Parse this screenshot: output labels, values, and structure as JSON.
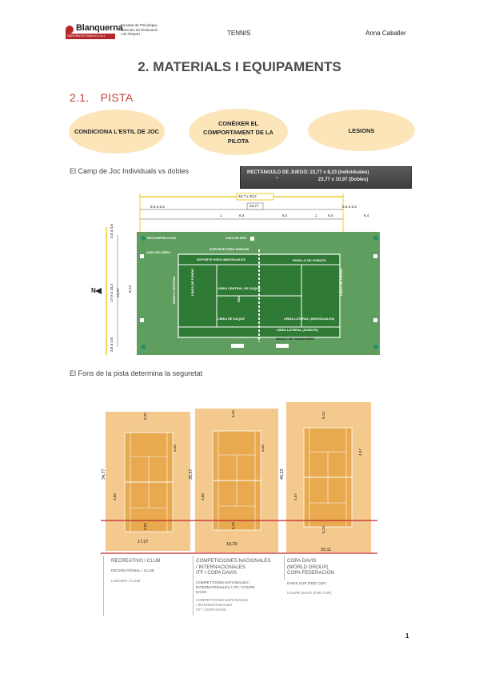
{
  "header": {
    "logo_word": "Blanquerna",
    "logo_bar": "UNIVERSITAT RAMON LLULL",
    "faculty": [
      "Facultat de Psicologia,",
      "Ciències de l'Educació",
      "i de l'Esport"
    ],
    "center": "TENNIS",
    "right": "Anna Caballer"
  },
  "title": "2. MATERIALS I EQUIPAMENTS",
  "section": {
    "number": "2.1.",
    "label": "PISTA"
  },
  "bubbles": [
    "CONDICIONA L'ESTIL DE JOC",
    "CONÈIXER EL COMPORTAMENT DE LA PILOTA",
    "LESIONS"
  ],
  "subtitle1": "El Camp de Joc Individuals vs dobles",
  "rectangle": {
    "line1": "RECTÁNGULO DE JUEGO: 23,77 x 8,23 (individuales)",
    "mark": "\"",
    "line2": "23,77 x 10,97 (Dobles)"
  },
  "court_dims": {
    "total": "34,7 x 40,2",
    "length": "23,77",
    "side_left": "5,5 a 6,2",
    "side_right": "5,5 a 6,2",
    "service": [
      "6,4",
      "6,4",
      "6,4",
      "6,4"
    ],
    "small": [
      "1",
      "1"
    ],
    "left_vertical": [
      "3,6 a 4,6",
      "17,9 a 18,3",
      "10,97",
      "8,23",
      "3,6 a 4,6"
    ],
    "north": "N"
  },
  "court_labels": {
    "recogepelotas": "RECOGEPELOTAS",
    "juez_red": "JUEZ DE RED",
    "juez_linea": "JUEZ DE LÍNEA",
    "soporte_dobles": "SOPORTE PARA DOBLES",
    "soporte_individuales": "SOPORTE PARA INDIVIDUALES",
    "pasillo_dobles": "PASILLO DE DOBLES",
    "linea_central": "LÍNEA CENTRAL DE SAQUE",
    "linea_saque": "LÍNEA DE SAQUE",
    "linea_lateral_ind": "LÍNEA LATERAL (INDIVIDUALES)",
    "linea_lateral_dob": "LÍNEA LATERAL (DOBLES)",
    "linea_fondo": "LÍNEA DE FONDO",
    "marca_central": "MARCA CENTRAL",
    "red": "RED",
    "banco": "BANCO DE JUGADORES"
  },
  "subtitle2": "El Fons de la pista determina la seguretat",
  "courts": [
    {
      "length": "34,77",
      "width": "17,07",
      "top": "5,50",
      "side": "3,05",
      "left": "3,65",
      "bottom": "5,50",
      "caption": [
        "RECREATIVO / CLUB"
      ],
      "caption_b": [
        "RECREATIONAL / CLUB"
      ],
      "caption_c": [
        "LOISURS / CLUB"
      ]
    },
    {
      "length": "36,57",
      "width": "18,29",
      "top": "6,40",
      "side": "3,65",
      "left": "3,65",
      "bottom": "6,40",
      "caption": [
        "COMPETICIONES NACIONALES",
        "/ INTERNACIONALES",
        "ITF / COPA DAVIS"
      ],
      "caption_b": [
        "COMPETITIONS NATIONALES /",
        "INTERNATIONALES / ITF / COUPE",
        "DAVIS"
      ],
      "caption_c": [
        "COMPETITIONS NATIONALES",
        "/ INTERNATIONALES",
        "ITF / COPA DAVIS"
      ]
    },
    {
      "length": "40,23",
      "width": "20,11",
      "top": "8,23",
      "side": "4,57",
      "left": "4,57",
      "bottom": "8,23",
      "caption": [
        "COPA DAVIS",
        "(WORLD GROUP)",
        "COPA FEDERACIÓN"
      ],
      "caption_b": [
        "DAVIS CUP (FED CUP)"
      ],
      "caption_c": [
        "COUPE DAVIS (FED CUP)"
      ]
    }
  ],
  "colors": {
    "accent": "#c0463a",
    "bubble": "#fbe5b9",
    "court_green": "#2e7d32",
    "court_outer": "#5f9e5f",
    "court_orange": "#e9a94f",
    "court_outer_orange": "#f4c98e"
  },
  "page_number": "1"
}
